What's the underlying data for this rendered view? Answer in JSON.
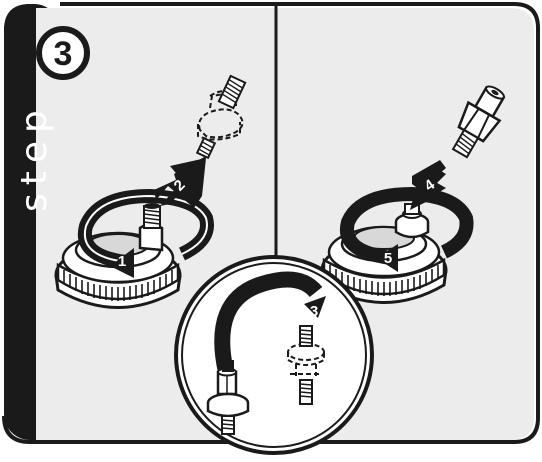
{
  "step": {
    "label": "step",
    "number": "3"
  },
  "arrows": {
    "a1": "1",
    "a2": "2",
    "a3": "3",
    "a4": "4",
    "a5": "5"
  },
  "colors": {
    "ink": "#1a1a1a",
    "paper": "#ffffff",
    "panel_bg": "#ececec"
  }
}
